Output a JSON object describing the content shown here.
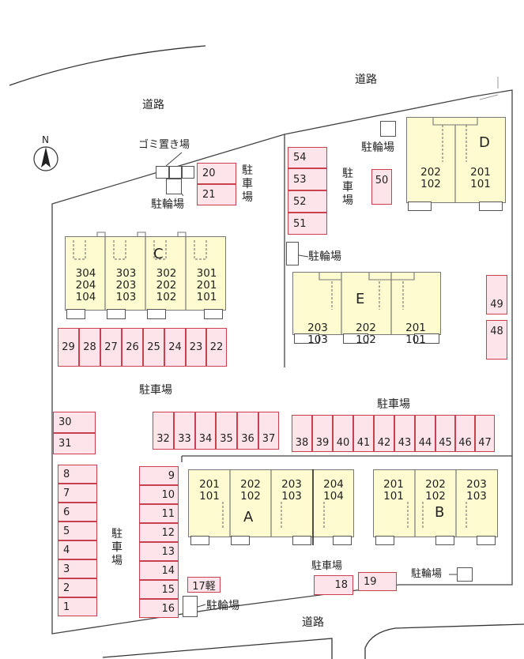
{
  "labels": {
    "road": "道路",
    "parking": "駐車場",
    "bike": "駐輪場",
    "garbage": "ゴミ置き場",
    "north": "N"
  },
  "colors": {
    "parking_fill": "#fde4ea",
    "parking_border": "#c9404f",
    "building_fill": "#fdfbcf",
    "outline": "#555555"
  },
  "parking_spots": {
    "column_1_8": [
      "8",
      "7",
      "6",
      "5",
      "4",
      "3",
      "2",
      "1"
    ],
    "column_9_16": [
      "9",
      "10",
      "11",
      "12",
      "13",
      "14",
      "15",
      "16"
    ],
    "light_car_17": "17軽",
    "spot_18": "18",
    "spot_19": "19",
    "pair_20_21": [
      "20",
      "21"
    ],
    "row_29_22": [
      "29",
      "28",
      "27",
      "26",
      "25",
      "24",
      "23",
      "22"
    ],
    "pair_30_31": [
      "30",
      "31"
    ],
    "row_32_37": [
      "32",
      "33",
      "34",
      "35",
      "36",
      "37"
    ],
    "row_38_47": [
      "38",
      "39",
      "40",
      "41",
      "42",
      "43",
      "44",
      "45",
      "46",
      "47"
    ],
    "pair_48_49": [
      "49",
      "48"
    ],
    "spot_50": "50",
    "column_54_51": [
      "54",
      "53",
      "52",
      "51"
    ]
  },
  "buildings": [
    {
      "name": "C",
      "units": [
        [
          "304",
          "204",
          "104"
        ],
        [
          "303",
          "203",
          "103"
        ],
        [
          "302",
          "202",
          "102"
        ],
        [
          "301",
          "201",
          "101"
        ]
      ]
    },
    {
      "name": "D",
      "units": [
        [
          "202",
          "102"
        ],
        [
          "201",
          "101"
        ]
      ]
    },
    {
      "name": "E",
      "units": [
        [
          "203",
          "103"
        ],
        [
          "202",
          "102"
        ],
        [
          "201",
          "101"
        ]
      ]
    },
    {
      "name": "A",
      "units": [
        [
          "201",
          "101"
        ],
        [
          "202",
          "102"
        ],
        [
          "203",
          "103"
        ],
        [
          "204",
          "104"
        ]
      ]
    },
    {
      "name": "B",
      "units": [
        [
          "201",
          "101"
        ],
        [
          "202",
          "102"
        ],
        [
          "203",
          "103"
        ]
      ]
    }
  ]
}
